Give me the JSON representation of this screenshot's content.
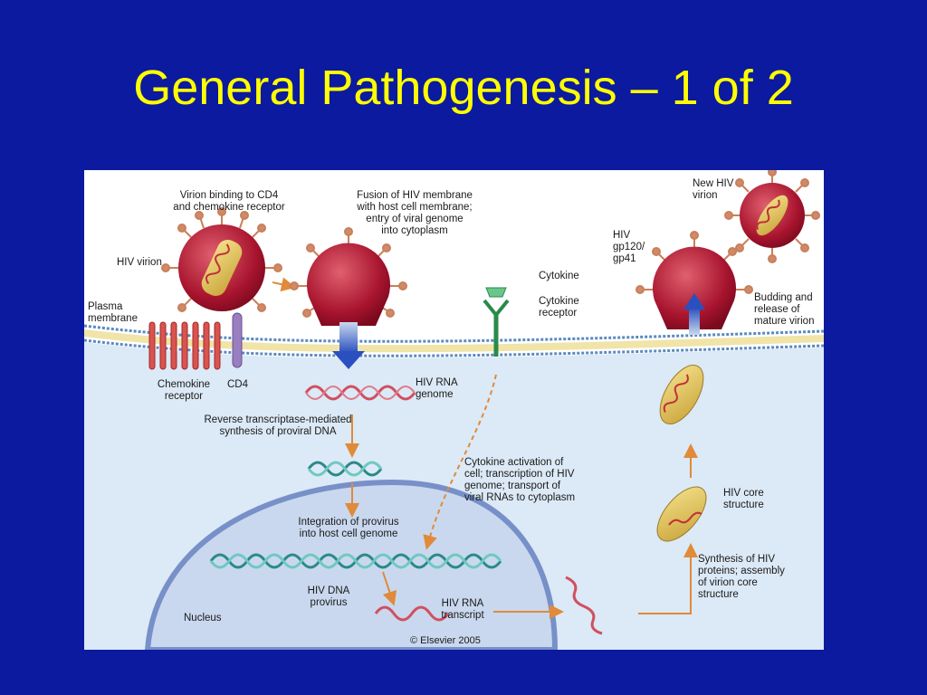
{
  "slide": {
    "title": "General Pathogenesis – 1 of 2"
  },
  "figure": {
    "labels": {
      "virion_binding": "Virion binding to CD4\nand chemokine receptor",
      "fusion": "Fusion of HIV membrane\nwith host cell membrane;\nentry of viral genome\ninto cytoplasm",
      "hiv_virion": "HIV virion",
      "plasma_membrane": "Plasma\nmembrane",
      "chemokine_receptor": "Chemokine\nreceptor",
      "cd4": "CD4",
      "cytokine": "Cytokine",
      "cytokine_receptor": "Cytokine\nreceptor",
      "hiv_rna_genome": "HIV RNA\ngenome",
      "reverse_transcriptase": "Reverse transcriptase-mediated\nsynthesis of proviral DNA",
      "cytokine_activation": "Cytokine activation of\ncell; transcription of HIV\ngenome; transport of\nviral RNAs to cytoplasm",
      "integration": "Integration of provirus\ninto host cell genome",
      "hiv_dna_provirus": "HIV DNA\nprovirus",
      "hiv_rna_transcript": "HIV RNA\ntranscript",
      "nucleus": "Nucleus",
      "new_hiv_virion": "New HIV\nvirion",
      "gp120": "HIV\ngp120/\ngp41",
      "budding": "Budding and\nrelease of\nmature virion",
      "core_structure": "HIV core\nstructure",
      "synthesis_proteins": "Synthesis of HIV\nproteins; assembly\nof virion core\nstructure",
      "copyright": "© Elsevier 2005"
    },
    "colors": {
      "cytoplasm": "#dce9f6",
      "nucleus": "#c9d8ee",
      "virion_core": "#a8142e",
      "spike": "#c8805a",
      "arrow": "#e08a3a",
      "rna": "#d05060",
      "dna": "#3aa6a0"
    }
  }
}
